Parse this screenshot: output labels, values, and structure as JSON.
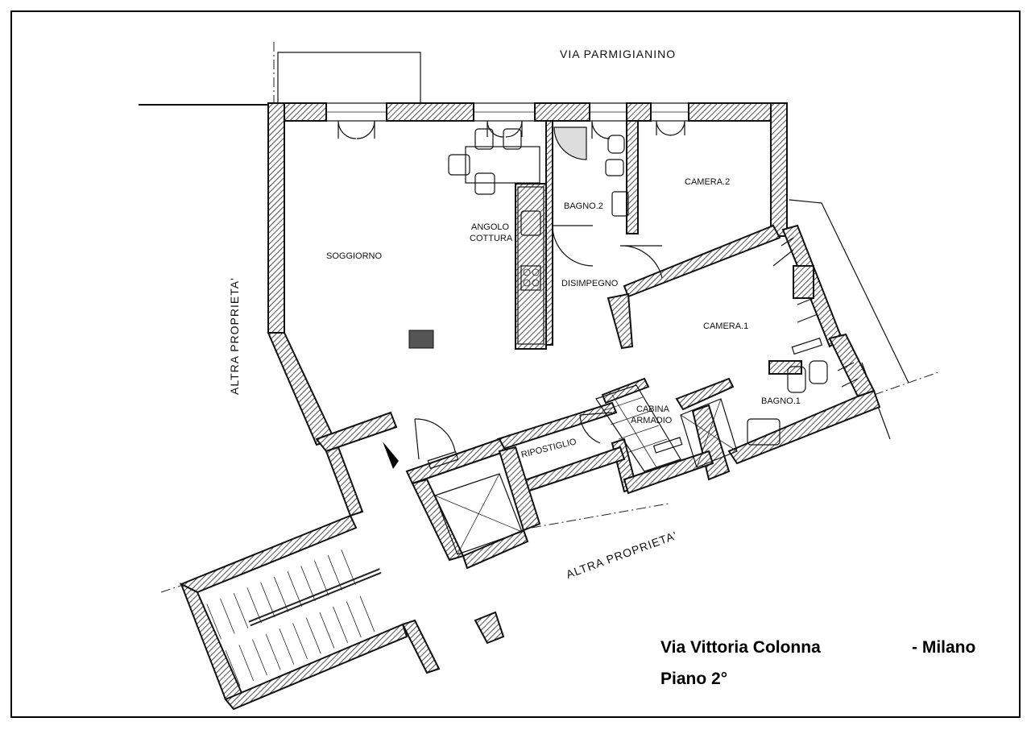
{
  "streets": {
    "north": "VIA PARMIGIANINO",
    "west_neighbor": "ALTRA PROPRIETA'",
    "south_neighbor": "ALTRA PROPRIETA'"
  },
  "rooms": {
    "soggiorno": "SOGGIORNO",
    "angolo_cottura_1": "ANGOLO",
    "angolo_cottura_2": "COTTURA",
    "bagno2": "BAGNO.2",
    "camera2": "CAMERA.2",
    "disimpegno": "DISIMPEGNO",
    "camera1": "CAMERA.1",
    "cabina_1": "CABINA",
    "cabina_2": "ARMADIO",
    "bagno1": "BAGNO.1",
    "ripostiglio": "RIPOSTIGLIO"
  },
  "title": {
    "address": "Via Vittoria Colonna",
    "city": "- Milano",
    "floor": "Piano 2°"
  }
}
